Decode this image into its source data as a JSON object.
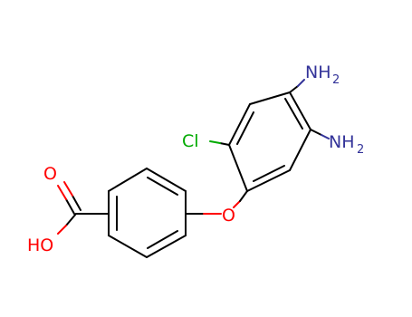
{
  "molecule": {
    "colors": {
      "bond": "#000000",
      "oxygen": "#ff0000",
      "nitrogen": "#333399",
      "chlorine": "#00aa00"
    },
    "labels": {
      "nh2_top_main": "NH",
      "nh2_top_sub": "2",
      "nh2_right_main": "NH",
      "nh2_right_sub": "2",
      "cl": "Cl",
      "ether_o": "O",
      "carbonyl_o": "O",
      "hydroxyl": "HO"
    }
  }
}
